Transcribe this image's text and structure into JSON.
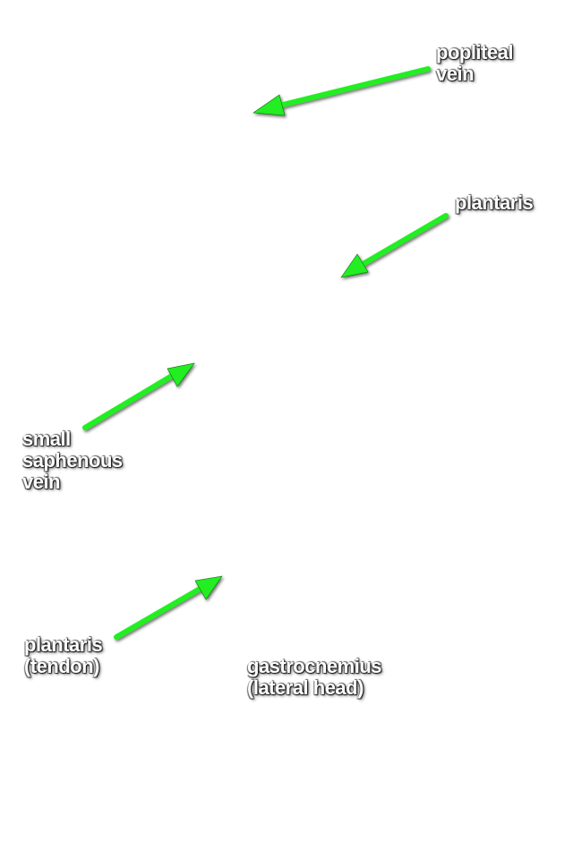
{
  "arrow_color": "#22ee22",
  "arrow_outline": "#0a6a0a",
  "labels": {
    "popliteal_vein": {
      "line1": "popliteal",
      "line2": "vein"
    },
    "plantaris": {
      "line1": "plantaris"
    },
    "small_saphenous_vein": {
      "line1": "small",
      "line2": "saphenous",
      "line3": "vein"
    },
    "plantaris_tendon": {
      "line1": "plantaris",
      "line2": "(tendon)"
    },
    "gastrocnemius_lateral_head": {
      "line1": "gastrocnemius",
      "line2": "(lateral head)"
    }
  }
}
